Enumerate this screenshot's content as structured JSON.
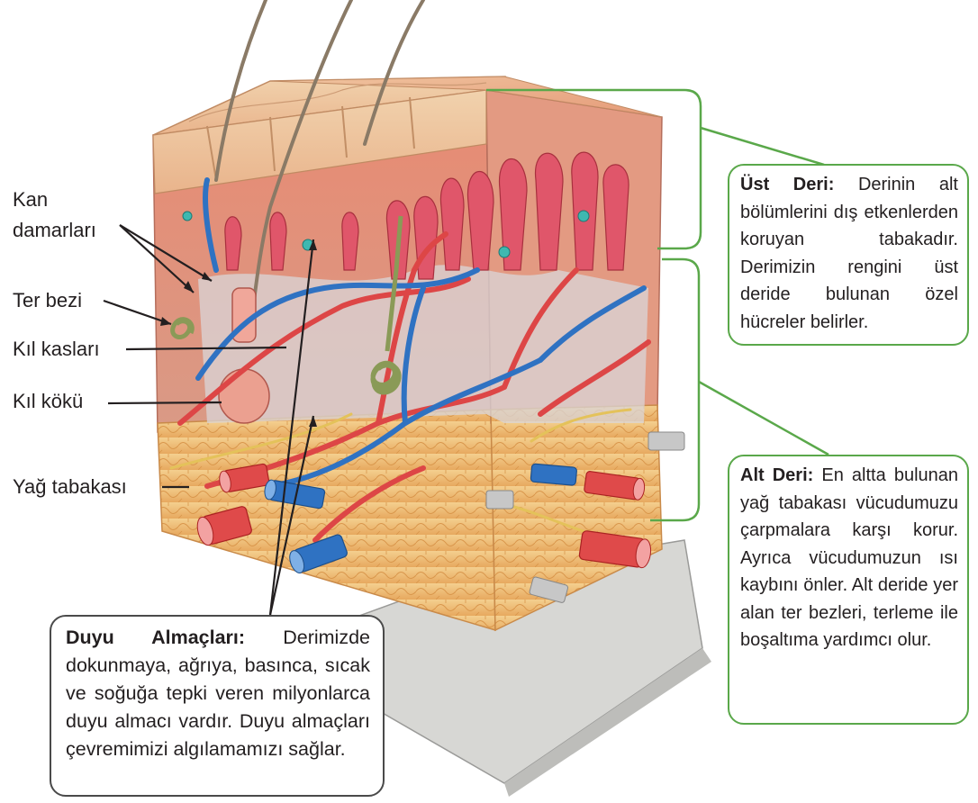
{
  "labels": {
    "kan_damarlari": [
      "Kan",
      "damarları"
    ],
    "ter_bezi": "Ter bezi",
    "kil_kaslari": "Kıl kasları",
    "kil_koku": "Kıl kökü",
    "yag_tabakasi": "Yağ tabakası"
  },
  "boxes": {
    "ust_deri": {
      "title": "Üst Deri:",
      "text": "Derinin alt bölümlerini dış etkenlerden koruyan tabakadır. Derimizin rengini üst deride bulunan özel hücreler belirler."
    },
    "alt_deri": {
      "title": "Alt Deri:",
      "text": "En altta bulunan yağ tabakası vücudumuzu çarpmalara karşı korur. Ayrıca vücudumuzun ısı kaybını önler. Alt deride yer alan ter bezleri, terleme ile boşaltıma yardımcı olur."
    },
    "duyu_almaclari": {
      "title": "Duyu Almaçları:",
      "text": "Derimizde dokunmaya, ağrıya, basınca, sıcak ve soğuğa tepki veren milyonlarca duyu almacı vardır. Duyu almaçları çevremimizi algılamamızı sağlar."
    }
  },
  "colors": {
    "bracket_green": "#5aa84a",
    "epidermis": "#e9b98f",
    "dermis": "#e58c74",
    "fat": "#f2c27a",
    "artery": "#e04a4a",
    "vein": "#2f74c0",
    "nerve": "#e8c65a"
  }
}
